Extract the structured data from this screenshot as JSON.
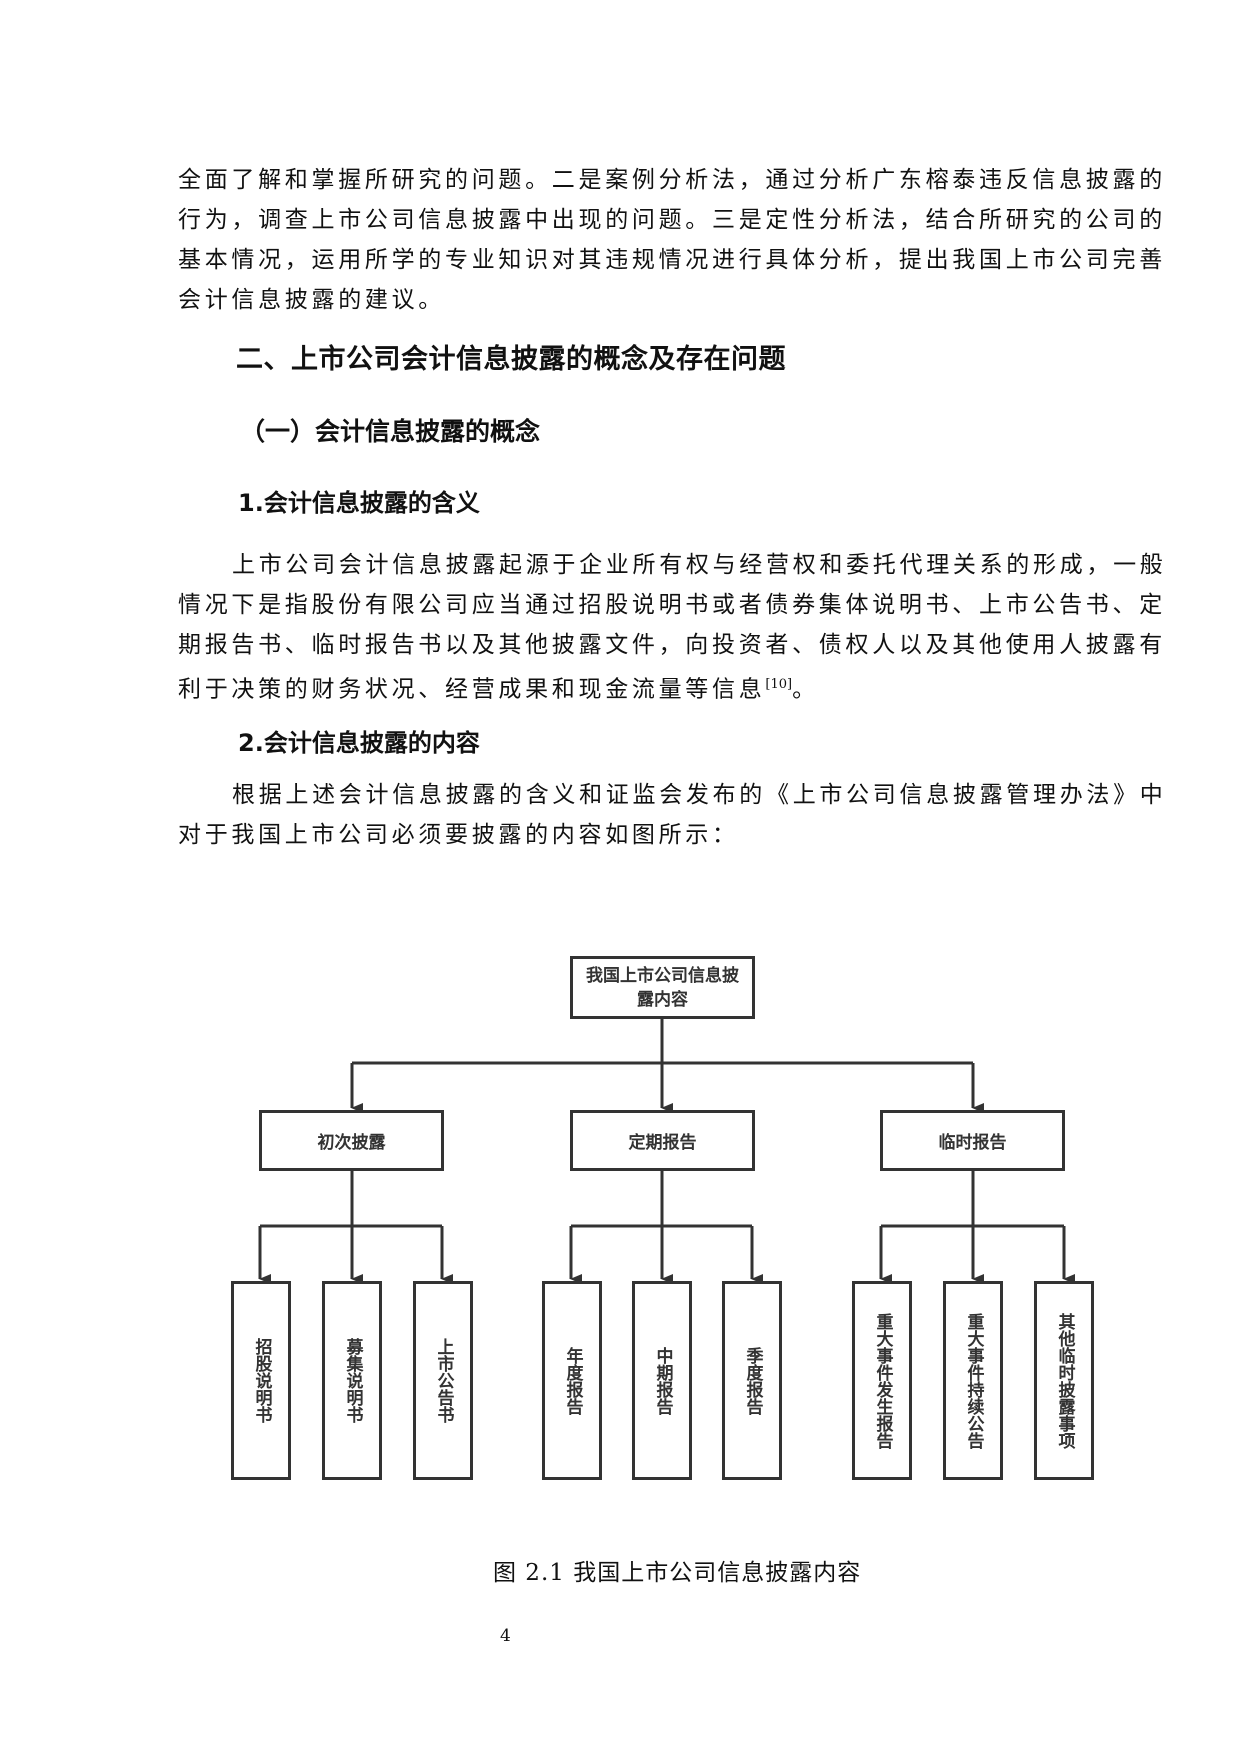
{
  "body_intro": {
    "lines": [
      "全面了解和掌握所研究的问题。二是案例分析法，通过分析广东榕泰违反信息披露的",
      "行为，调查上市公司信息披露中出现的问题。三是定性分析法，结合所研究的公司的",
      "基本情况，运用所学的专业知识对其违规情况进行具体分析，提出我国上市公司完善",
      "会计信息披露的建议。"
    ]
  },
  "section_heading": "二、上市公司会计信息披露的概念及存在问题",
  "subsection_heading": "（一）会计信息披露的概念",
  "item1": {
    "heading": "1.会计信息披露的含义",
    "lines": [
      "上市公司会计信息披露起源于企业所有权与经营权和委托代理关系的形成，一般",
      "情况下是指股份有限公司应当通过招股说明书或者债券集体说明书、上市公告书、定",
      "期报告书、临时报告书以及其他披露文件，向投资者、债权人以及其他使用人披露有",
      "利于决策的财务状况、经营成果和现金流量等信息"
    ],
    "citation": "[10]",
    "tail": "。"
  },
  "item2": {
    "heading": "2.会计信息披露的内容",
    "lines": [
      "根据上述会计信息披露的含义和证监会发布的《上市公司信息披露管理办法》中",
      "对于我国上市公司必须要披露的内容如图所示："
    ]
  },
  "diagram": {
    "root": "我国上市公司信息披露内容",
    "branches": [
      {
        "label": "初次披露",
        "children": [
          "招股说明书",
          "募集说明书",
          "上市公告书"
        ]
      },
      {
        "label": "定期报告",
        "children": [
          "年度报告",
          "中期报告",
          "季度报告"
        ]
      },
      {
        "label": "临时报告",
        "children": [
          "重大事件发生报告",
          "重大事件持续公告",
          "其他临时披露事项"
        ]
      }
    ],
    "line_color": "#333333"
  },
  "figure_caption": "图 2.1 我国上市公司信息披露内容",
  "page_number": "4"
}
